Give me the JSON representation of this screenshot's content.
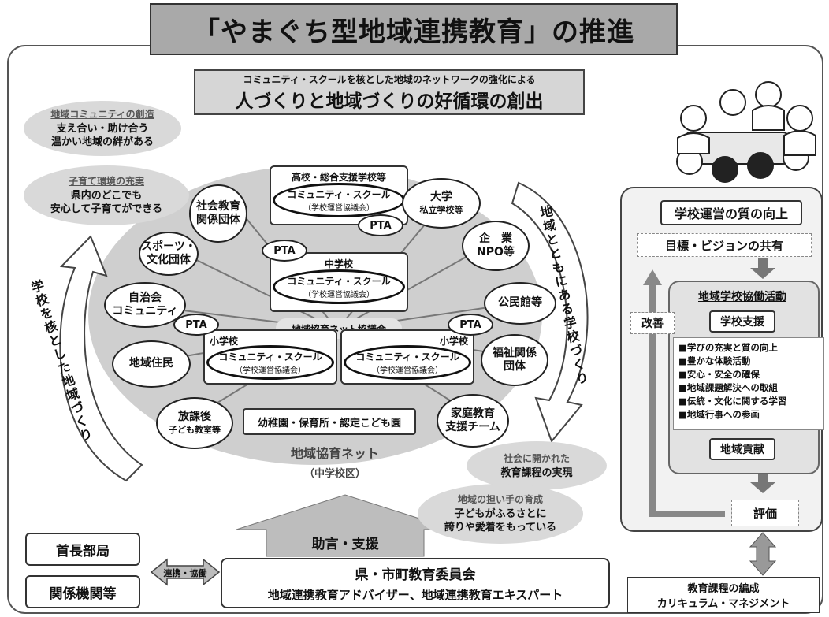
{
  "title": "「やまぐち型地域連携教育」の推進",
  "banner": {
    "sub": "コミュニティ・スクールを核とした地域のネットワークの強化による",
    "main": "人づくりと地域づくりの好循環の創出"
  },
  "left_blobs": [
    {
      "head": "地域コミュニティの創造",
      "lines": [
        "支え合い・助け合う",
        "温かい地域の絆がある"
      ]
    },
    {
      "head": "子育て環境の充実",
      "lines": [
        "県内のどこでも",
        "安心して子育てができる"
      ]
    }
  ],
  "right_blobs": [
    {
      "head": "社会に開かれた",
      "lines": [
        "教育課程の実現"
      ]
    },
    {
      "head": "地域の担い手の育成",
      "lines": [
        "子どもがふるさとに",
        "誇りや愛着をもっている"
      ]
    }
  ],
  "arrow_left_text": "学校を核とした地域づくり",
  "arrow_right_text": "地域とともにある学校づくり",
  "network": {
    "center_label": "地域協育ネット協議会",
    "bottom_label": "地域協育ネット",
    "bottom_sub": "（中学校区）",
    "kosen_title": "高校・総合支援学校等",
    "chugakko_title": "中学校",
    "shogakko_left": "小学校",
    "shogakko_right": "小学校",
    "cs_title": "コミュニティ・スクール",
    "cs_sub": "（学校運営協議会）",
    "pta": "PTA",
    "kindergarten": "幼稚園・保育所・認定こども園"
  },
  "nodes": {
    "shakai": [
      "社会教育",
      "関係団体"
    ],
    "sports": [
      "スポーツ・",
      "文化団体"
    ],
    "jichikai": [
      "自治会",
      "コミュニティ"
    ],
    "jumin": [
      "地域住民"
    ],
    "houkago": [
      "放課後",
      "子ども教室等"
    ],
    "daigaku": [
      "大学",
      "私立学校等"
    ],
    "kigyo": [
      "企　業",
      "NPO等"
    ],
    "kominkan": [
      "公民館等"
    ],
    "fukushi": [
      "福祉関係",
      "団体"
    ],
    "katei": [
      "家庭教育",
      "支援チーム"
    ]
  },
  "support_arrow": "助言・支援",
  "bottom_left": [
    "首長部局",
    "関係機関等"
  ],
  "renkei": "連携・協働",
  "committee": {
    "line1": "県・市町教育委員会",
    "line2": "地域連携教育アドバイザー、地域連携教育エキスパート"
  },
  "right_panel": {
    "quality": "学校運営の質の向上",
    "vision": "目標・ビジョンの共有",
    "activity": "地域学校協働活動",
    "support": "学校支援",
    "items": [
      "■学びの充実と質の向上",
      "■豊かな体験活動",
      "■安心・安全の確保",
      "■地域課題解決への取組",
      "■伝統・文化に関する学習",
      "■地域行事への参画"
    ],
    "contribution": "地域貢献",
    "improve": "改善",
    "evaluate": "評価",
    "curriculum_1": "教育課程の編成",
    "curriculum_2": "カリキュラム・マネジメント"
  }
}
